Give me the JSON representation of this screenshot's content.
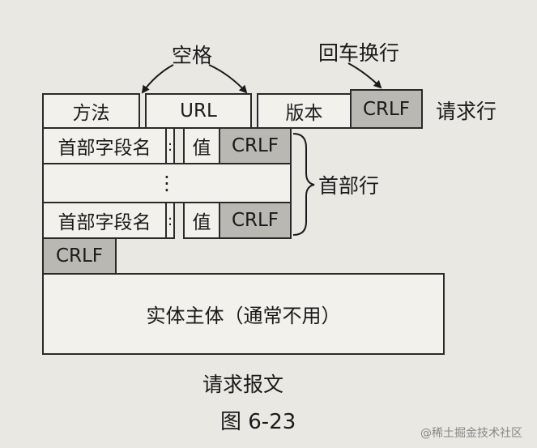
{
  "labels": {
    "space": "空格",
    "crlf_return": "回车换行",
    "request_line": "请求行",
    "header_lines": "首部行",
    "caption": "请求报文",
    "figure_number": "图 6-23",
    "watermark": "@稀土掘金技术社区"
  },
  "request_line": {
    "method": "方法",
    "url": "URL",
    "version": "版本",
    "crlf": "CRLF"
  },
  "header_row": {
    "field_name": "首部字段名",
    "colon": ":",
    "value": "值",
    "crlf": "CRLF"
  },
  "ellipsis": "⋮",
  "blank_line_crlf": "CRLF",
  "entity_body": "实体主体（通常不用）",
  "colors": {
    "background": "#e9e8e3",
    "box_fill": "#f2f1ec",
    "crlf_fill": "#b9b8b3",
    "line": "#2a2a2a"
  }
}
